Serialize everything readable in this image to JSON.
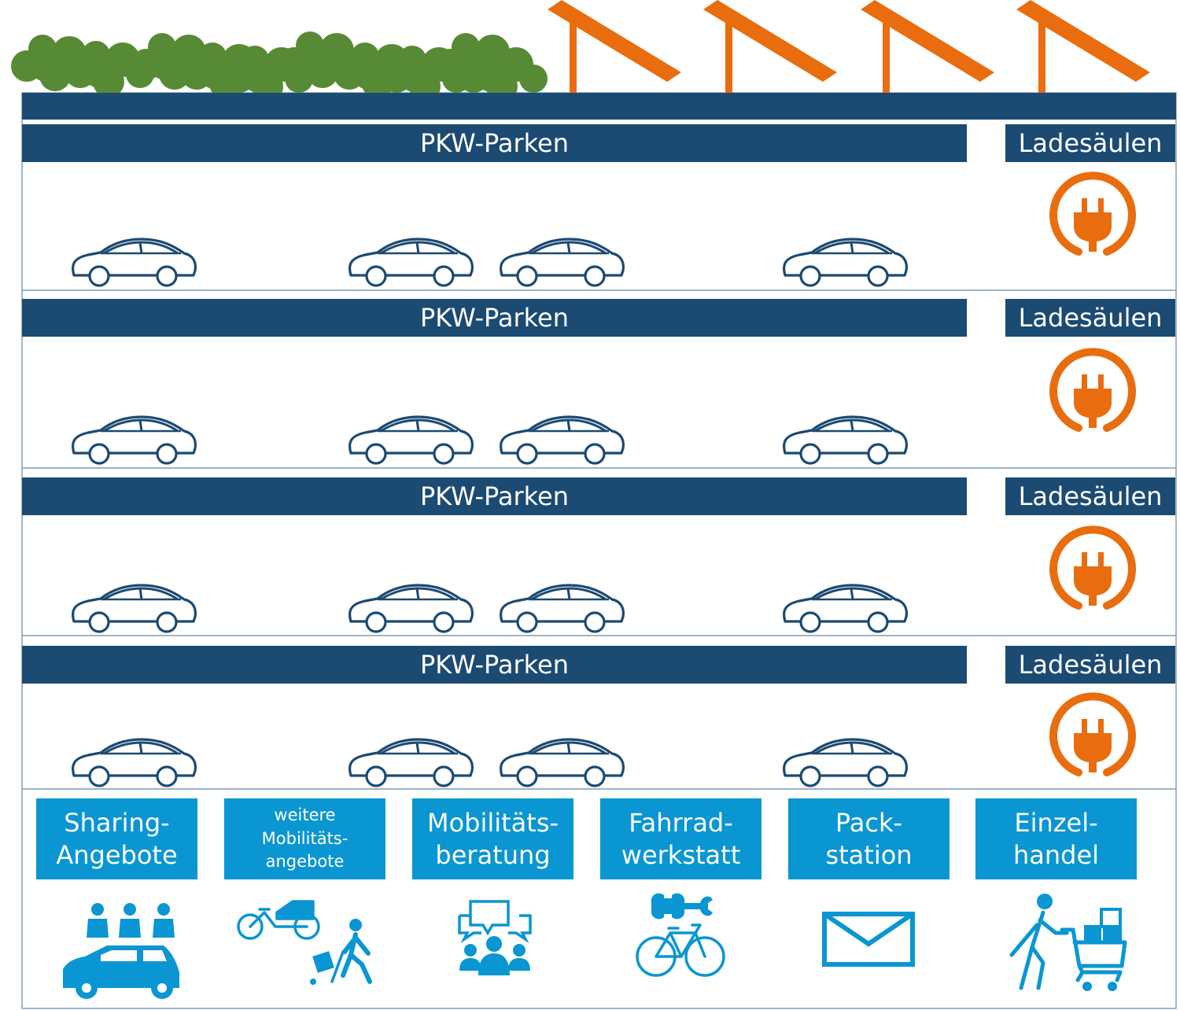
{
  "colors": {
    "navy": "#1b4a72",
    "blue": "#0a96d2",
    "orange": "#e96d0e",
    "green": "#578a34",
    "car_outline": "#1b4a72"
  },
  "floors": [
    {
      "parking_label": "PKW-Parken",
      "charging_label": "Ladesäulen",
      "cars": 4,
      "icon": "plug-icon"
    },
    {
      "parking_label": "PKW-Parken",
      "charging_label": "Ladesäulen",
      "cars": 4,
      "icon": "plug-icon"
    },
    {
      "parking_label": "PKW-Parken",
      "charging_label": "Ladesäulen",
      "cars": 4,
      "icon": "plug-icon"
    },
    {
      "parking_label": "PKW-Parken",
      "charging_label": "Ladesäulen",
      "cars": 4,
      "icon": "plug-icon"
    }
  ],
  "roof": {
    "left": "green-roof-bushes",
    "right": "solar-panels",
    "panel_count": 4
  },
  "services": [
    {
      "lines": [
        "Sharing-",
        "Angebote"
      ],
      "icon": "car-sharing-icon"
    },
    {
      "lines": [
        "weitere",
        "Mobilitäts-",
        "angebote"
      ],
      "icon": "cargo-bike-and-walker-icon"
    },
    {
      "lines": [
        "Mobilitäts-",
        "beratung"
      ],
      "icon": "consultation-icon"
    },
    {
      "lines": [
        "Fahrrad-",
        "werkstatt"
      ],
      "icon": "bike-repair-icon"
    },
    {
      "lines": [
        "Pack-",
        "station"
      ],
      "icon": "envelope-icon"
    },
    {
      "lines": [
        "Einzel-",
        "handel"
      ],
      "icon": "shopping-cart-icon"
    }
  ]
}
